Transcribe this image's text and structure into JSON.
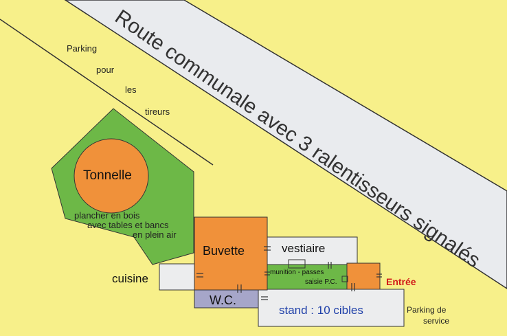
{
  "road": {
    "label": "Route communale avec 3 ralentisseurs signalés"
  },
  "parking_tireurs": {
    "lines": [
      "Parking",
      "pour",
      "les",
      "tireurs"
    ]
  },
  "zones": {
    "tonnelle": "Tonnelle",
    "plancher_lines": [
      "plancher en bois",
      "avec tables et bancs",
      "en plein air"
    ],
    "buvette": "Buvette",
    "vestiaire": "vestiaire",
    "cuisine": "cuisine",
    "wc": "W.C.",
    "munition_lines": [
      "munition - passes",
      "saisie P.C."
    ],
    "entree": "Entrée",
    "stand": "stand  : 10 cibles",
    "parking_service_lines": [
      "Parking de",
      "service"
    ]
  },
  "colors": {
    "background": "#F7F08A",
    "road": "#E9EBEE",
    "green": "#6DB847",
    "orange": "#F0913A",
    "building": "#ECEDEE",
    "wc": "#A6A6C9",
    "entree_text": "#D11A1A",
    "stand_text": "#1E3FA8"
  }
}
